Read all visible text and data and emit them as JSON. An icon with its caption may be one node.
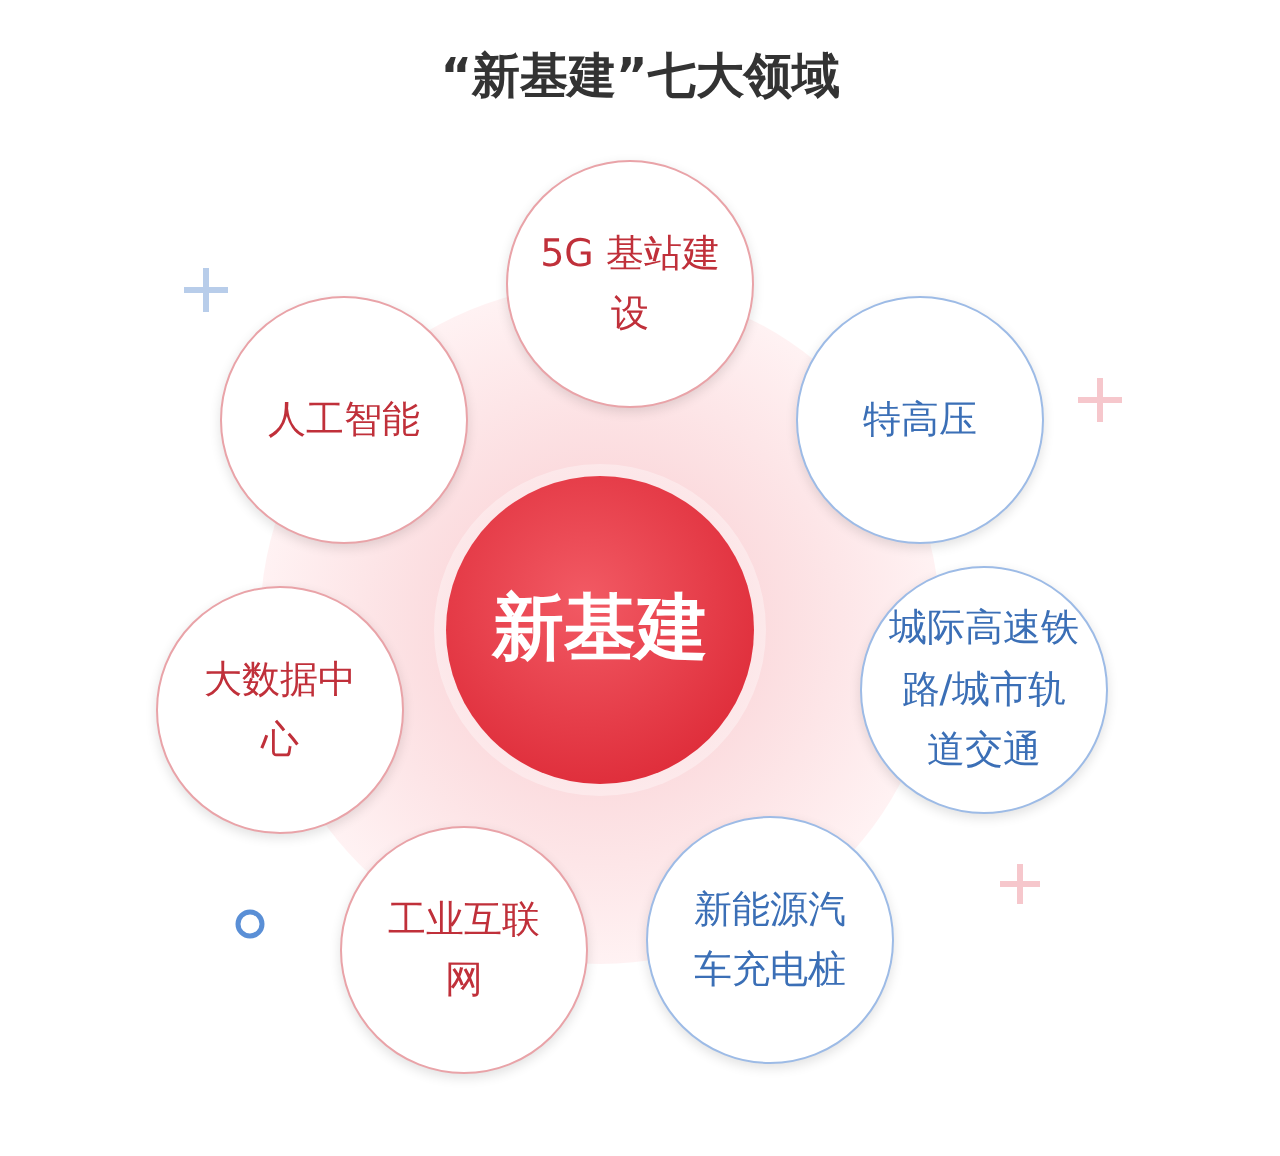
{
  "diagram": {
    "title": "“新基建”七大领域",
    "nodes": [
      {
        "text": [
          "新基建"
        ]
      },
      {
        "text": [
          "5G 基站建设"
        ]
      },
      {
        "text": [
          "特高压"
        ]
      },
      {
        "text": [
          "城际高速铁路/城市轨道交通"
        ]
      },
      {
        "text": [
          "新能源汽车充电桩"
        ]
      },
      {
        "text": [
          "工业互联网"
        ]
      },
      {
        "text": [
          "大数据中心"
        ]
      },
      {
        "text": [
          "人工智能"
        ]
      }
    ]
  }
}
